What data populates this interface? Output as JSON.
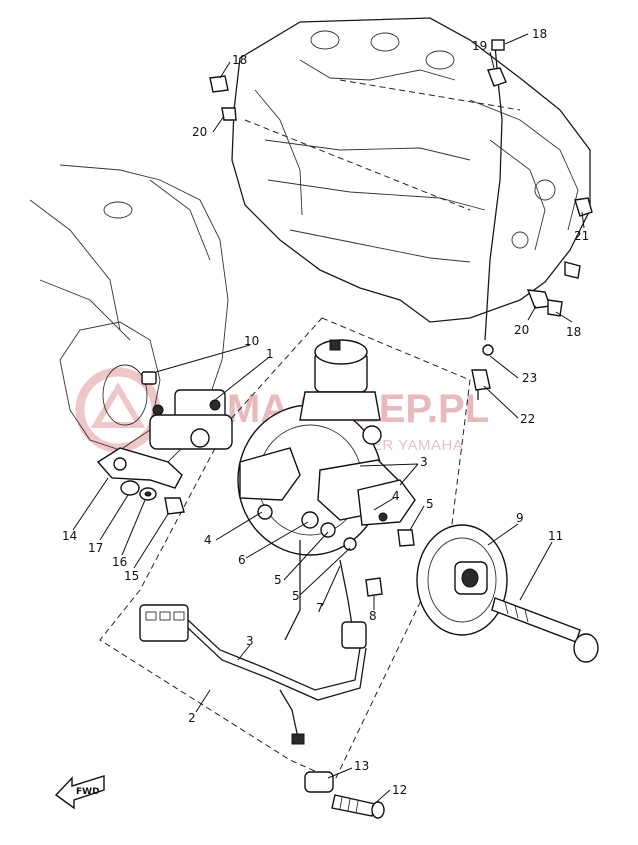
{
  "watermark": {
    "main": "YAMA SKLEP.PL",
    "sub": "CZESCI DEALER YAMAHA"
  },
  "fwd_label": "FWD",
  "callouts": [
    {
      "id": "c18a",
      "text": "18"
    },
    {
      "id": "c20a",
      "text": "20"
    },
    {
      "id": "c19",
      "text": "19"
    },
    {
      "id": "c18b",
      "text": "18"
    },
    {
      "id": "c21",
      "text": "21"
    },
    {
      "id": "c20b",
      "text": "20"
    },
    {
      "id": "c18c",
      "text": "18"
    },
    {
      "id": "c23",
      "text": "23"
    },
    {
      "id": "c22",
      "text": "22"
    },
    {
      "id": "c10",
      "text": "10"
    },
    {
      "id": "c1",
      "text": "1"
    },
    {
      "id": "c3a",
      "text": "3"
    },
    {
      "id": "c4a",
      "text": "4"
    },
    {
      "id": "c5a",
      "text": "5"
    },
    {
      "id": "c4b",
      "text": "4"
    },
    {
      "id": "c6",
      "text": "6"
    },
    {
      "id": "c5b",
      "text": "5"
    },
    {
      "id": "c5c",
      "text": "5"
    },
    {
      "id": "c7",
      "text": "7"
    },
    {
      "id": "c8",
      "text": "8"
    },
    {
      "id": "c9",
      "text": "9"
    },
    {
      "id": "c11",
      "text": "11"
    },
    {
      "id": "c14",
      "text": "14"
    },
    {
      "id": "c17",
      "text": "17"
    },
    {
      "id": "c16",
      "text": "16"
    },
    {
      "id": "c15",
      "text": "15"
    },
    {
      "id": "c3b",
      "text": "3"
    },
    {
      "id": "c2",
      "text": "2"
    },
    {
      "id": "c13",
      "text": "13"
    },
    {
      "id": "c12",
      "text": "12"
    }
  ]
}
